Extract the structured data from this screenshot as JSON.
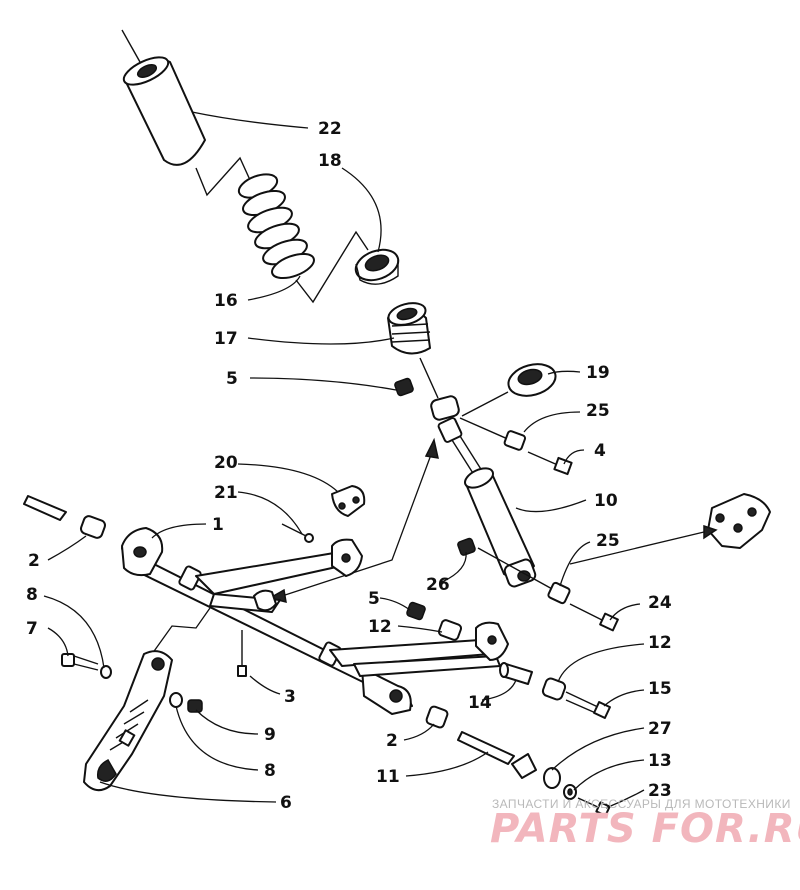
{
  "callouts": {
    "c22": "22",
    "c18": "18",
    "c16": "16",
    "c17": "17",
    "c5a": "5",
    "c19": "19",
    "c25a": "25",
    "c4": "4",
    "c10": "10",
    "c20": "20",
    "c21": "21",
    "c1": "1",
    "c2a": "2",
    "c25b": "25",
    "c26": "26",
    "c8a": "8",
    "c5b": "5",
    "c24": "24",
    "c7": "7",
    "c12a": "12",
    "c12b": "12",
    "c15": "15",
    "c3": "3",
    "c14": "14",
    "c9": "9",
    "c2b": "2",
    "c27": "27",
    "c8b": "8",
    "c11": "11",
    "c13": "13",
    "c6": "6",
    "c23": "23"
  },
  "watermark": {
    "tagline": "ЗАПЧАСТИ И АКСЕССУАРЫ ДЛЯ МОТОТЕХНИКИ",
    "brand": "PARTS FOR.RU"
  }
}
